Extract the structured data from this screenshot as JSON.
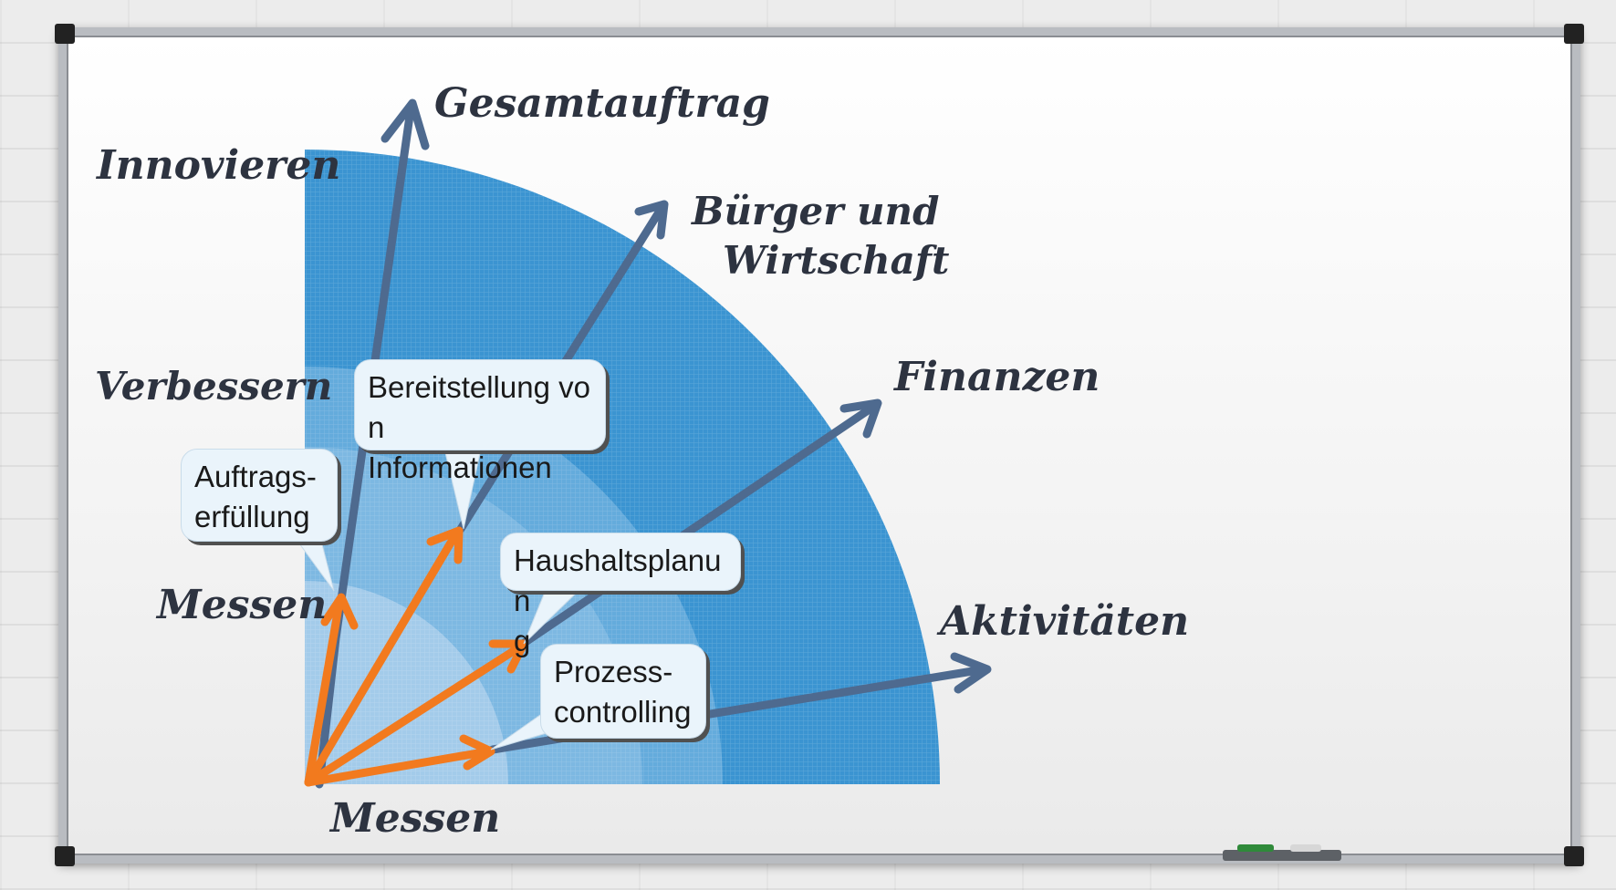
{
  "labels": {
    "gesamtauftrag": "Gesamtauftrag",
    "buerger_line1": "Bürger und",
    "buerger_line2": "Wirtschaft",
    "finanzen": "Finanzen",
    "aktivitaeten": "Aktivitäten",
    "innovieren": "Innovieren",
    "verbessern": "Verbessern",
    "messen_left": "Messen",
    "messen_bottom": "Messen"
  },
  "callouts": {
    "auftragserfuellung": "Auftrags-\nerfüllung",
    "bereitstellung": "Bereitstellung von\nInformationen",
    "haushaltsplanung": "Haushaltsplanun\ng",
    "prozesscontrolling": "Prozess-\ncontrolling"
  },
  "colors": {
    "ring_outer": "#3b94d1",
    "ring_middle": "#64abdc",
    "ring_inner": "#a3cbea",
    "arrow_dark": "#4e6a8f",
    "arrow_orange": "#f27a1e"
  }
}
